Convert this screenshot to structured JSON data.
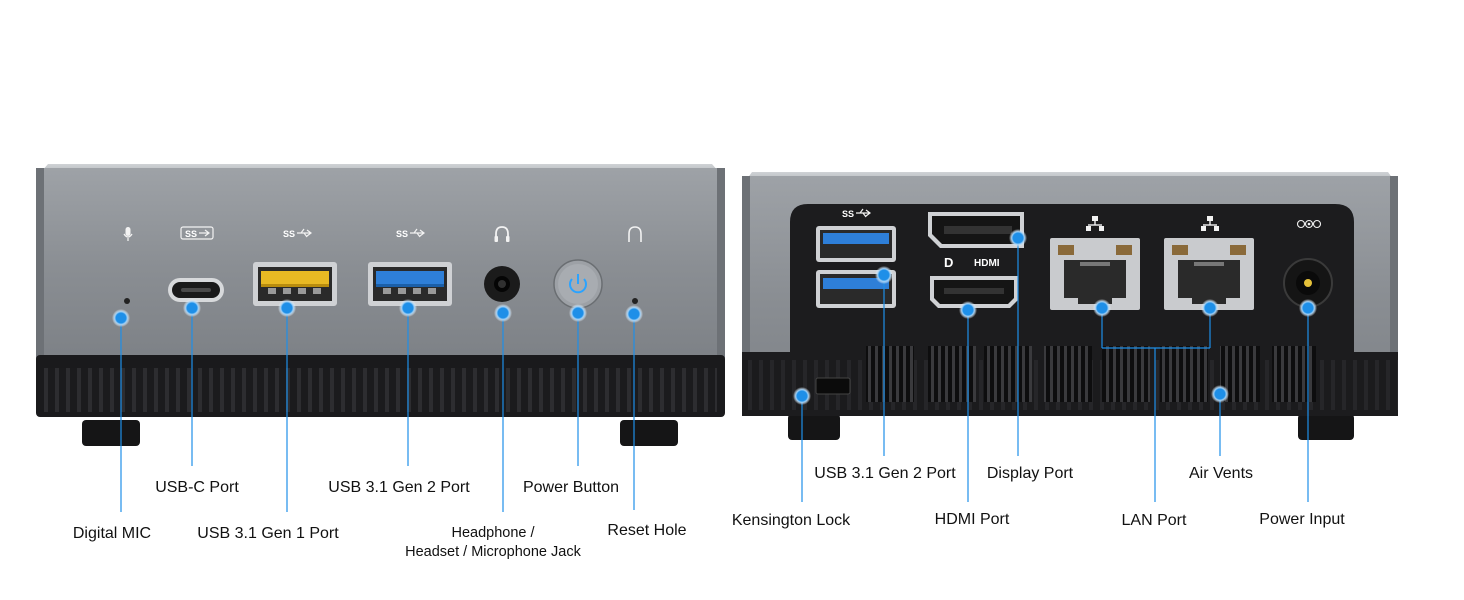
{
  "front_labels": {
    "digital_mic": "Digital MIC",
    "usb_c": "USB-C Port",
    "usb31_gen1": "USB 3.1 Gen 1 Port",
    "usb31_gen2": "USB 3.1 Gen 2 Port",
    "headphone_line1": "Headphone /",
    "headphone_line2": "Headset / Microphone Jack",
    "power_button": "Power Button",
    "reset_hole": "Reset Hole"
  },
  "rear_labels": {
    "kensington": "Kensington Lock",
    "usb31_gen2": "USB 3.1 Gen 2 Port",
    "hdmi": "HDMI Port",
    "display_port": "Display Port",
    "lan": "LAN Port",
    "air_vents": "Air Vents",
    "power_input": "Power Input"
  },
  "port_marks": {
    "ss_usb": "SS",
    "hdmi_logo": "HDMI",
    "dp_logo": "D"
  },
  "colors": {
    "callout": "#1e8fe8",
    "case_gray": "#8a8f95",
    "case_dark": "#1d1d1f",
    "usb_gen1": "#e8b923",
    "usb_gen2": "#2e7fd8"
  }
}
